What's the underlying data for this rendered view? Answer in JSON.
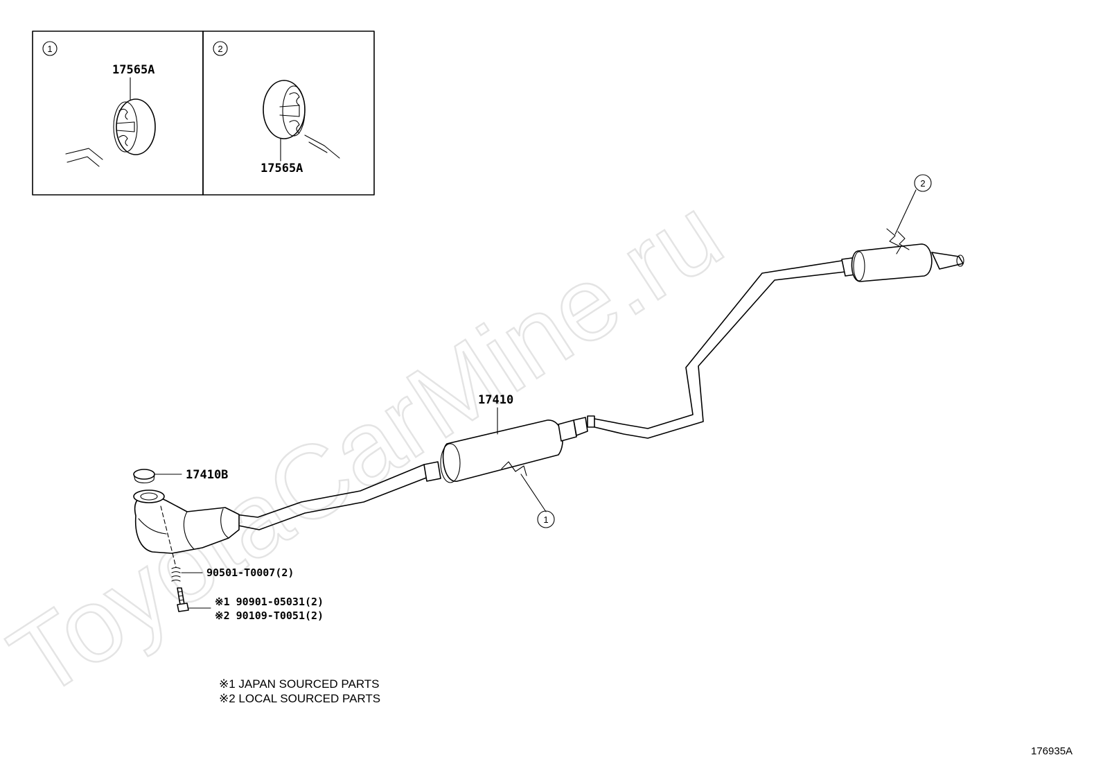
{
  "watermark": "ToyotaCarMine.ru",
  "detail_boxes": [
    {
      "number": "1",
      "part": "17565A"
    },
    {
      "number": "2",
      "part": "17565A"
    }
  ],
  "callouts": [
    {
      "number": "1"
    },
    {
      "number": "2"
    }
  ],
  "parts": {
    "muffler_assembly": "17410",
    "gasket": "17410B",
    "spring": "90501-T0007(2)",
    "bolt_japan": "※1 90901-05031(2)",
    "bolt_local": "※2 90109-T0051(2)"
  },
  "notes": [
    "※1 JAPAN SOURCED PARTS",
    "※2 LOCAL SOURCED PARTS"
  ],
  "illustration_id": "176935A"
}
